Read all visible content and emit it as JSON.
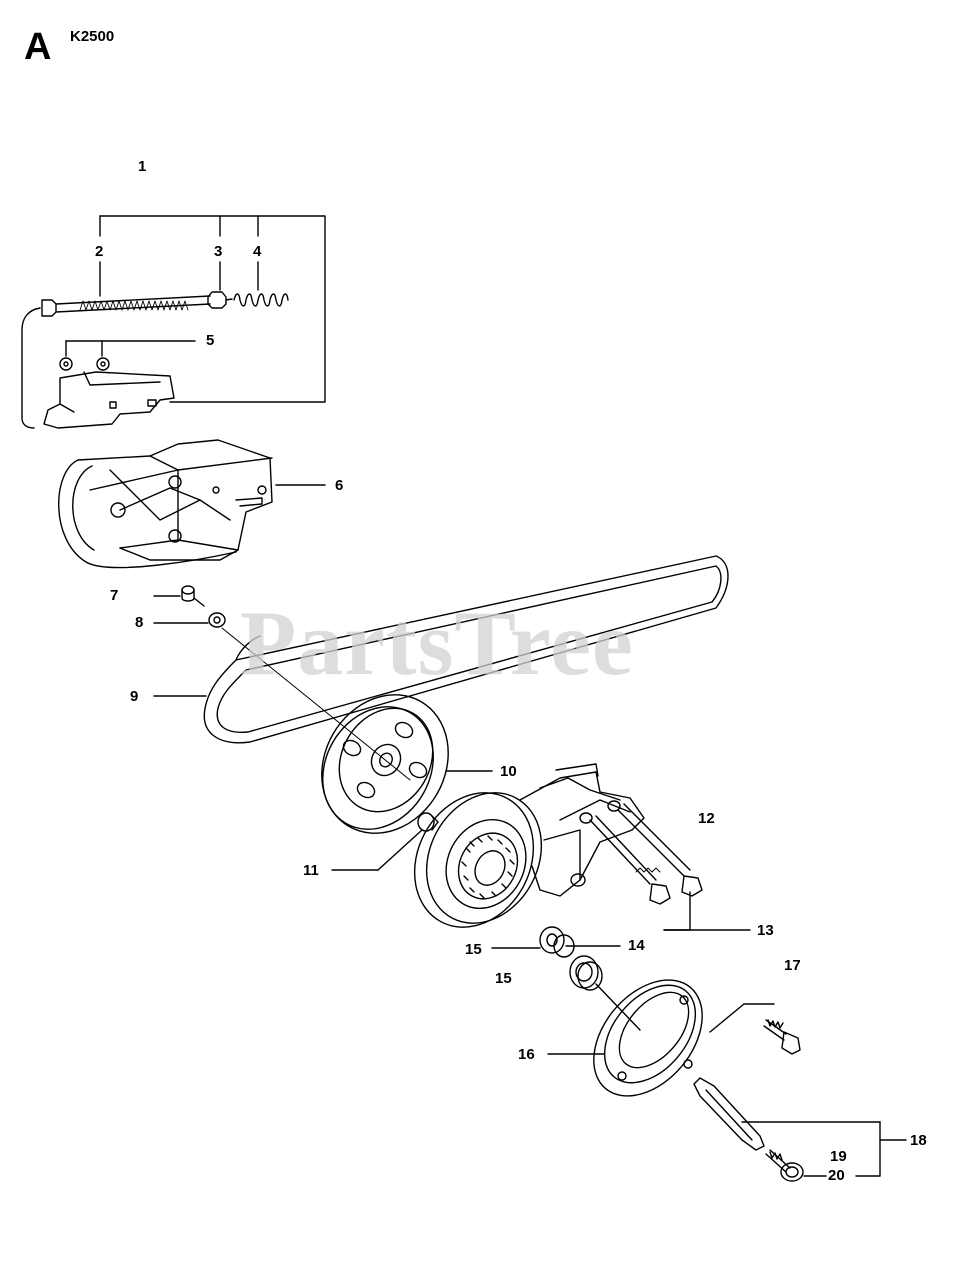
{
  "header": {
    "section_letter": "A",
    "model": "K2500"
  },
  "watermark": "PartsTree",
  "labels": {
    "n1": "1",
    "n2": "2",
    "n3": "3",
    "n4": "4",
    "n5": "5",
    "n6": "6",
    "n7": "7",
    "n8": "8",
    "n9": "9",
    "n10": "10",
    "n11": "11",
    "n12": "12",
    "n13": "13",
    "n14": "14",
    "n15a": "15",
    "n15b": "15",
    "n16": "16",
    "n17": "17",
    "n18": "18",
    "n19": "19",
    "n20": "20"
  }
}
